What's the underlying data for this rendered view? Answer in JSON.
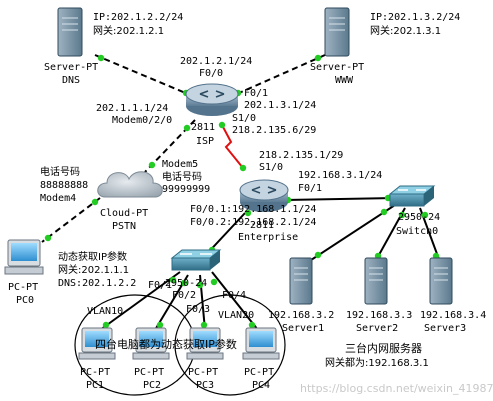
{
  "colors": {
    "dashed_link": "#000000",
    "serial_link": "#e01010",
    "port_dot": "#22cc22",
    "router_body": "#6f8fa8",
    "switch_body": "#3d7f96",
    "server_body": "#6d8b9e",
    "cloud": "#bcc4cc"
  },
  "devices": {
    "server_dns": {
      "icon": "server-icon",
      "name": "Server-PT",
      "sub": "DNS",
      "ip": "IP:202.1.2.2/24",
      "gw": "网关:202.1.2.1"
    },
    "server_www": {
      "icon": "server-icon",
      "name": "Server-PT",
      "sub": "WWW",
      "ip": "IP:202.1.3.2/24",
      "gw": "网关:202.1.3.1"
    },
    "isp": {
      "icon": "router-icon",
      "model": "2811",
      "name": "ISP"
    },
    "enterprise": {
      "icon": "router-icon",
      "model": "2811",
      "name": "Enterprise"
    },
    "cloud": {
      "icon": "cloud-icon",
      "name": "Cloud-PT",
      "sub": "PSTN"
    },
    "switch0": {
      "icon": "switch-icon",
      "model": "2950-24",
      "name": "Switch0"
    },
    "switch_lan": {
      "icon": "switch-icon",
      "model": "2950-24"
    },
    "pc0": {
      "icon": "pc-icon",
      "name": "PC-PT",
      "sub": "PC0"
    },
    "pc1": {
      "icon": "pc-icon",
      "name": "PC-PT",
      "sub": "PC1"
    },
    "pc2": {
      "icon": "pc-icon",
      "name": "PC-PT",
      "sub": "PC2"
    },
    "pc3": {
      "icon": "pc-icon",
      "name": "PC-PT",
      "sub": "PC3"
    },
    "pc4": {
      "icon": "pc-icon",
      "name": "PC-PT",
      "sub": "PC4"
    },
    "server1": {
      "icon": "server-icon",
      "ip": "192.168.3.2",
      "name": "Server1"
    },
    "server2": {
      "icon": "server-icon",
      "ip": "192.168.3.3",
      "name": "Server2"
    },
    "server3": {
      "icon": "server-icon",
      "ip": "192.168.3.4",
      "name": "Server3"
    }
  },
  "labels": {
    "isp_f00_ip": "202.1.2.1/24",
    "isp_f00": "F0/0",
    "isp_f01": "F0/1",
    "isp_f01_ip": "202.1.3.1/24",
    "isp_modem_ip": "202.1.1.1/24",
    "isp_modem_port": "Modem0/2/0",
    "isp_s10": "S1/0",
    "isp_s10_ip": "218.2.135.6/29",
    "ent_s10_ip": "218.2.135.1/29",
    "ent_s10": "S1/0",
    "ent_f01_ip": "192.168.3.1/24",
    "ent_f01": "F0/1",
    "ent_f001": "F0/0.1:192.168.1.1/24",
    "ent_f002": "F0/0.2:192.168.2.1/24",
    "phone_title_isp": "电话号码",
    "phone_num_isp": "88888888",
    "modem4": "Modem4",
    "modem5": "Modem5",
    "phone_title_ent": "电话号码",
    "phone_num_ent": "99999999",
    "pc0_note": "动态获取IP参数",
    "pc0_gw": "网关:202.1.1.1",
    "pc0_dns": "DNS:202.1.2.2",
    "sw_f01": "F0/1",
    "sw_f02": "F0/2",
    "sw_f03": "F0/3",
    "sw_f04": "F0/4",
    "vlan10": "VLAN10",
    "vlan20": "VLAN20",
    "lan_note": "四台电脑都为动态获取IP参数",
    "servers_title": "三台内网服务器",
    "servers_gw": "网关都为:192.168.3.1",
    "watermark": "https://blog.csdn.net/weixin_41987016"
  }
}
